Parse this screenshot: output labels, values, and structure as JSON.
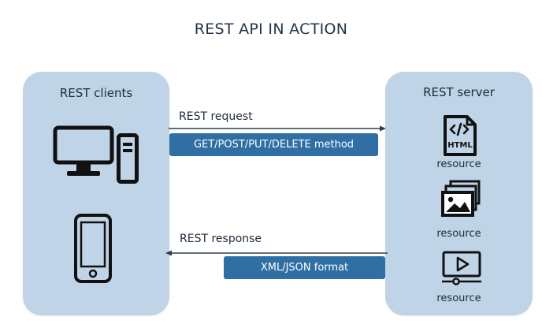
{
  "title": "REST API IN ACTION",
  "clients": {
    "title": "REST clients",
    "icons": [
      "desktop-monitor-icon",
      "pc-tower-icon",
      "smartphone-icon"
    ]
  },
  "server": {
    "title": "REST server",
    "resources": [
      {
        "icon": "html-file-icon",
        "label": "resource",
        "icon_text": "HTML"
      },
      {
        "icon": "image-gallery-icon",
        "label": "resource"
      },
      {
        "icon": "video-player-icon",
        "label": "resource"
      }
    ]
  },
  "request": {
    "label": "REST request",
    "method": "GET/POST/PUT/DELETE method",
    "direction": "client-to-server"
  },
  "response": {
    "label": "REST response",
    "format": "XML/JSON format",
    "direction": "server-to-client"
  },
  "colors": {
    "panel": "#bfd4e7",
    "pill": "#2f6fa3",
    "icon": "#111111",
    "text": "#1e2a38"
  }
}
